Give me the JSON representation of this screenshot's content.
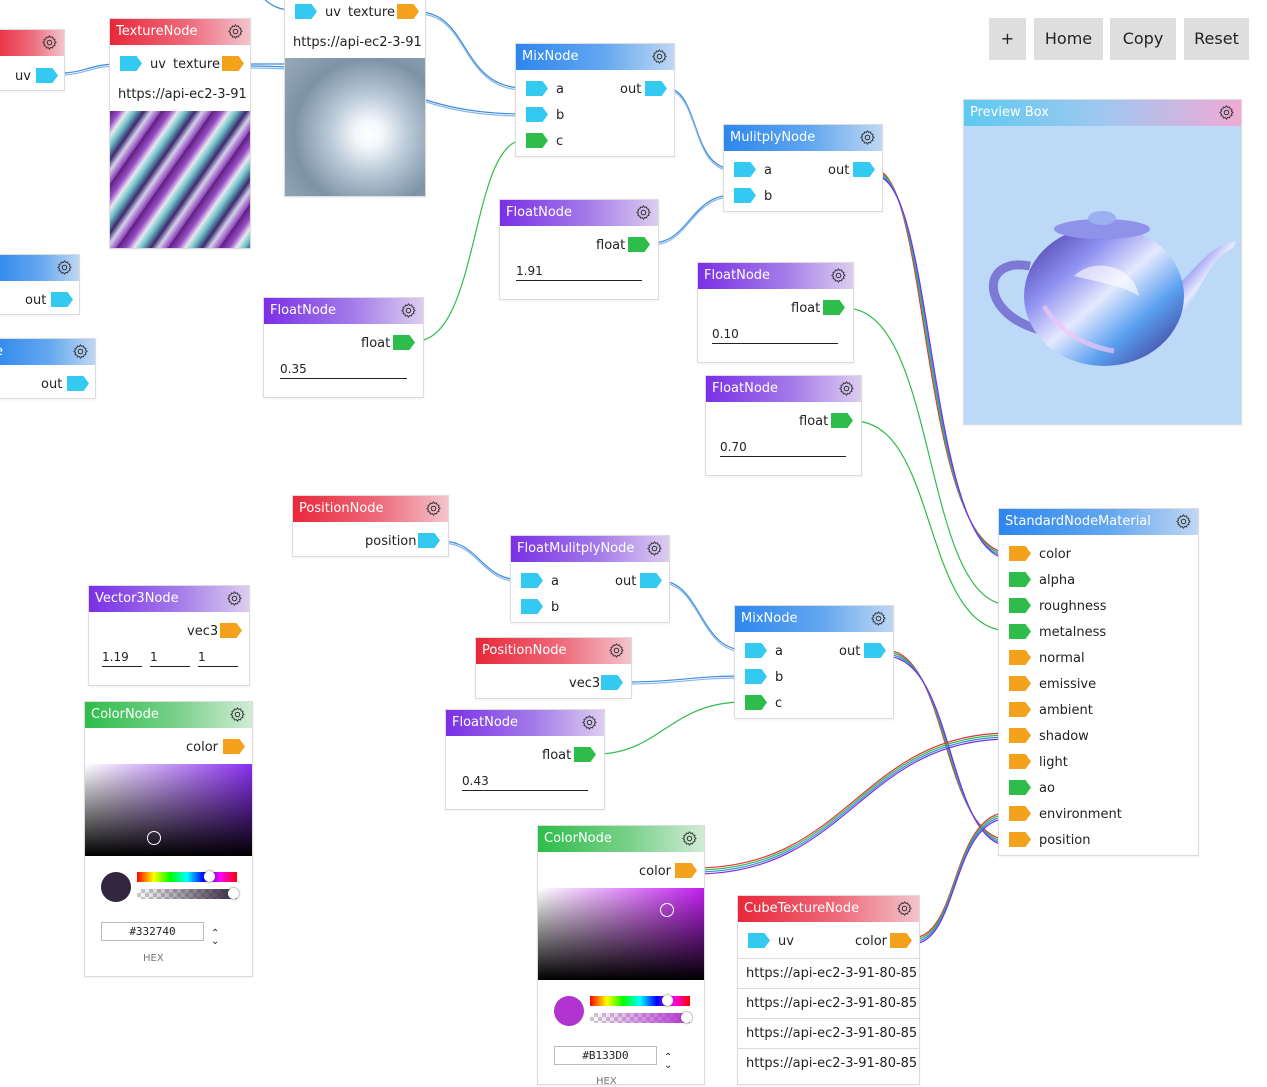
{
  "toolbar": {
    "add": "+",
    "home": "Home",
    "copy": "Copy",
    "reset": "Reset"
  },
  "icons": {
    "settings": "gear-icon",
    "port": "socket-arrow-icon",
    "spinner": "chevron-updown-icon"
  },
  "colors": {
    "texture_header": "#e8283a",
    "mix_header": "#2d86ee",
    "float_header": "#7a2fe6",
    "color_header": "#2ebd4a",
    "port_vec": "#34c9f0",
    "port_color": "#f4a21c",
    "port_float": "#2ebd4a",
    "preview_bg": "#bcdaf8"
  },
  "nodes": {
    "partial_top_left": {
      "out": "uv"
    },
    "texture_left": {
      "title": "TextureNode",
      "in": "uv",
      "out": "texture",
      "url": "https://api-ec2-3-91"
    },
    "texture_top": {
      "in": "uv",
      "out": "texture",
      "url": "https://api-ec2-3-91"
    },
    "partial_left_1": {
      "out": "out"
    },
    "partial_left_2": {
      "title_fragment": "e",
      "out": "out"
    },
    "mix_top": {
      "title": "MixNode",
      "a": "a",
      "b": "b",
      "c": "c",
      "out": "out"
    },
    "multiply": {
      "title": "MulitplyNode",
      "a": "a",
      "b": "b",
      "out": "out"
    },
    "float_191": {
      "title": "FloatNode",
      "out": "float",
      "value": "1.91"
    },
    "float_035": {
      "title": "FloatNode",
      "out": "float",
      "value": "0.35"
    },
    "float_010": {
      "title": "FloatNode",
      "out": "float",
      "value": "0.10"
    },
    "float_070": {
      "title": "FloatNode",
      "out": "float",
      "value": "0.70"
    },
    "preview": {
      "title": "Preview Box"
    },
    "position_top": {
      "title": "PositionNode",
      "out": "position"
    },
    "float_multiply": {
      "title": "FloatMulitplyNode",
      "a": "a",
      "b": "b",
      "out": "out"
    },
    "vector3": {
      "title": "Vector3Node",
      "out": "vec3",
      "x": "1.19",
      "y": "1",
      "z": "1"
    },
    "mix_bottom": {
      "title": "MixNode",
      "a": "a",
      "b": "b",
      "c": "c",
      "out": "out"
    },
    "position_mid": {
      "title": "PositionNode",
      "out": "vec3"
    },
    "float_043": {
      "title": "FloatNode",
      "out": "float",
      "value": "0.43"
    },
    "color_left": {
      "title": "ColorNode",
      "out": "color",
      "hex": "#332740",
      "hex_label": "HEX",
      "swatch": "#332740"
    },
    "color_bottom": {
      "title": "ColorNode",
      "out": "color",
      "hex": "#B133D0",
      "hex_label": "HEX",
      "swatch": "#b133d0"
    },
    "cube_texture": {
      "title": "CubeTextureNode",
      "in": "uv",
      "out": "color",
      "urls": [
        "https://api-ec2-3-91-80-85",
        "https://api-ec2-3-91-80-85",
        "https://api-ec2-3-91-80-85",
        "https://api-ec2-3-91-80-85"
      ]
    },
    "material": {
      "title": "StandardNodeMaterial",
      "inputs": [
        "color",
        "alpha",
        "roughness",
        "metalness",
        "normal",
        "emissive",
        "ambient",
        "shadow",
        "light",
        "ao",
        "environment",
        "position"
      ]
    }
  }
}
